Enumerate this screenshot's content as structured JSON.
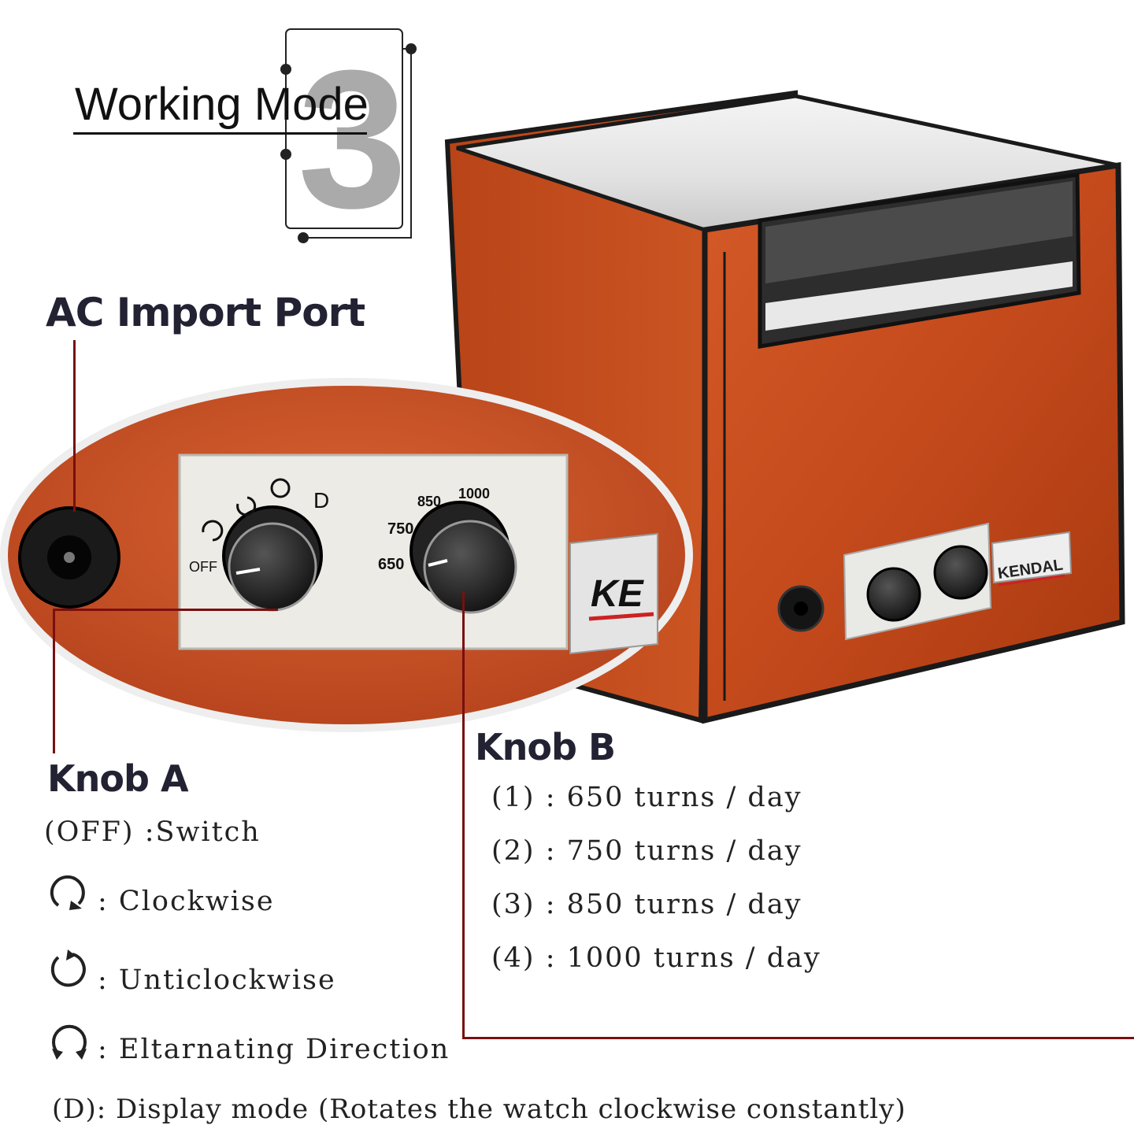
{
  "header": {
    "title": "Working Mode",
    "number": "3"
  },
  "labels": {
    "ac_port": "AC Import Port",
    "knob_a": "Knob A",
    "knob_b": "Knob B"
  },
  "panel": {
    "knob_a_marks": {
      "off": "OFF",
      "display": "D"
    },
    "knob_b_marks": [
      "650",
      "750",
      "850",
      "1000"
    ],
    "brand_zoom": "KE",
    "brand": "KENDAL"
  },
  "knob_a_modes": {
    "off": "(OFF) :Switch",
    "clockwise": ": Clockwise",
    "anticlockwise": ": Unticlockwise",
    "alternating": ": Eltarnating Direction",
    "display": "(D): Display mode  (Rotates the watch clockwise constantly)"
  },
  "knob_b_speeds": [
    "(1) : 650 turns / day",
    "(2) : 750 turns / day",
    "(3) : 850 turns / day",
    "(4) : 1000 turns / day"
  ],
  "colors": {
    "wood": "#c9471d",
    "wood_dark": "#8c2a0c",
    "leader_line": "#7a0f0f",
    "heading_number": "#aaaaaa"
  }
}
